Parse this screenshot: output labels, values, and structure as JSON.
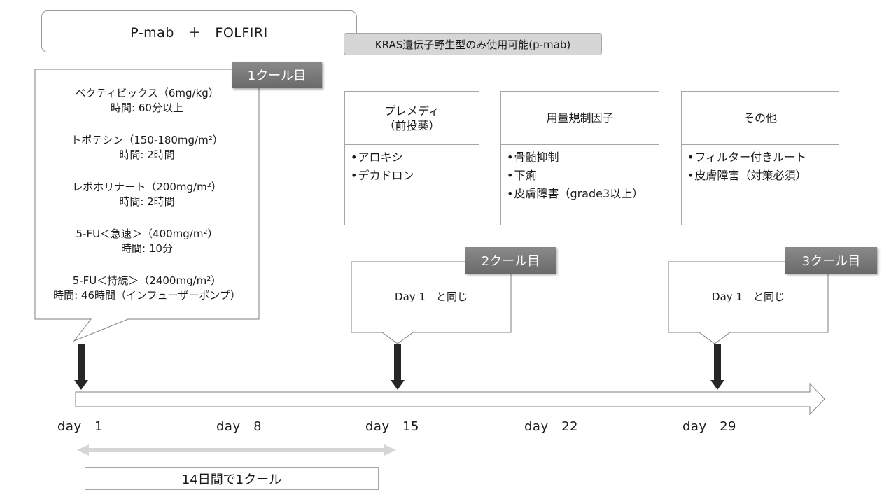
{
  "title": "P-mab　＋　FOLFIRI",
  "kras_note": "KRAS遺伝子野生型のみ使用可能(p-mab)",
  "cycle1": {
    "tag": "1クール目",
    "drugs": [
      {
        "name": "ベクティビックス（6mg/kg）",
        "time": "時間: 60分以上"
      },
      {
        "name": "トポテシン（150-180mg/m²）",
        "time": "時間: 2時間"
      },
      {
        "name": "レボホリナート（200mg/m²）",
        "time": "時間: 2時間"
      },
      {
        "name": "5-FU＜急速＞（400mg/m²）",
        "time": "時間: 10分"
      },
      {
        "name": "5-FU＜持続＞（2400mg/m²）",
        "time": "時間: 46時間（インフューザーポンプ）"
      }
    ]
  },
  "premed": {
    "title_line1": "プレメディ",
    "title_line2": "（前投薬）",
    "items": [
      "アロキシ",
      "デカドロン"
    ]
  },
  "dose_limiting": {
    "title": "用量規制因子",
    "items": [
      "骨髄抑制",
      "下痢",
      "皮膚障害（grade3以上）"
    ]
  },
  "other": {
    "title": "その他",
    "items": [
      "フィルター付きルート",
      "皮膚障害（対策必須）"
    ]
  },
  "cycle2": {
    "tag": "2クール目",
    "text": "Day 1　と同じ"
  },
  "cycle3": {
    "tag": "3クール目",
    "text": "Day 1　と同じ"
  },
  "timeline": {
    "days": [
      "day　1",
      "day　8",
      "day　15",
      "day　22",
      "day　29"
    ],
    "cycle_span": "14日間で1クール"
  }
}
